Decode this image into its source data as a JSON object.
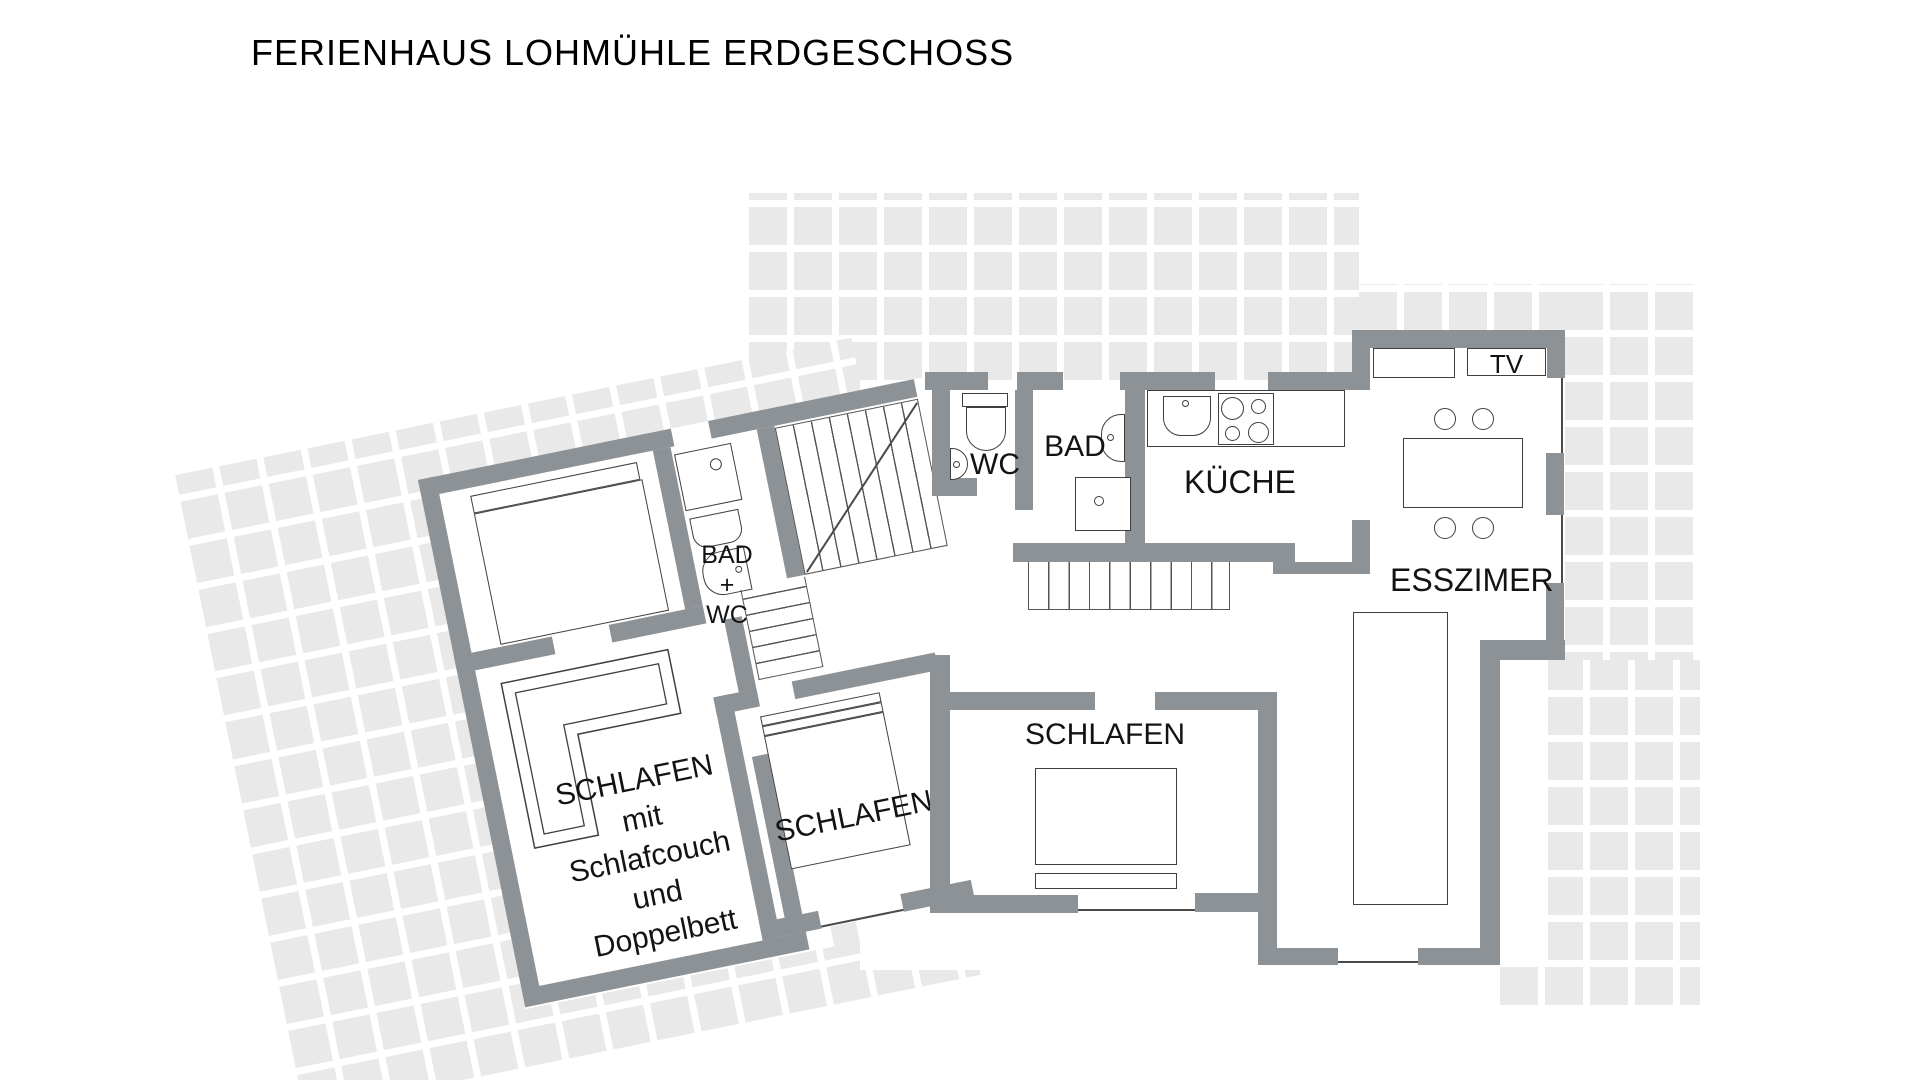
{
  "title": "FERIENHAUS LOHMÜHLE ERDGESCHOSS",
  "colors": {
    "wall": "#8D9297",
    "tile": "#E9E9E9",
    "furniture_outline": "#3F3F3F",
    "text": "#111111",
    "background": "#FFFFFF"
  },
  "rooms": {
    "wc": {
      "label": "WC"
    },
    "bad": {
      "label": "BAD"
    },
    "kueche": {
      "label": "KÜCHE"
    },
    "esszimmer": {
      "label": "ESSZIMER"
    },
    "tv": {
      "label": "TV"
    },
    "schlafen_sued": {
      "label": "SCHLAFEN"
    },
    "schlafen_mitte": {
      "label": "SCHLAFEN"
    },
    "bad_wc": {
      "lines": [
        "BAD",
        "+",
        "WC"
      ]
    },
    "schlafen_suite": {
      "lines": [
        "SCHLAFEN",
        "mit",
        "Schlafcouch",
        "und",
        "Doppelbett"
      ]
    }
  },
  "icons": [
    "toilet-symbol",
    "sink-symbol",
    "shower-symbol",
    "stove-symbol",
    "dining-table-symbol",
    "chair-symbol",
    "bed-symbol",
    "couch-symbol",
    "stairs-symbol",
    "tv-cabinet",
    "sideboard",
    "terrace-tiles"
  ]
}
